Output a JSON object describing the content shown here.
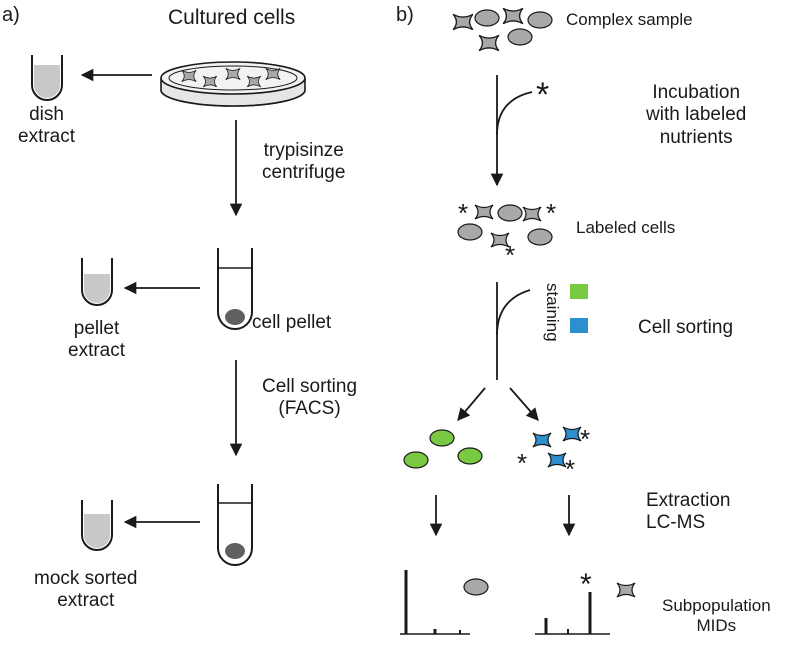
{
  "panel_a": {
    "label": "a)",
    "cultured_cells": "Cultured cells",
    "dish_extract": "dish\nextract",
    "trypsinize": "trypisinze\ncentrifuge",
    "cell_pellet": "cell pellet",
    "pellet_extract": "pellet\nextract",
    "cell_sorting_facs": "Cell sorting\n(FACS)",
    "mock_sorted_extract": "mock sorted\nextract"
  },
  "panel_b": {
    "label": "b)",
    "complex_sample": "Complex sample",
    "incubation": "Incubation\nwith labeled\nnutrients",
    "label_star": "*",
    "labeled_cells": "Labeled cells",
    "staining": "staining",
    "cell_sorting": "Cell sorting",
    "extraction": "Extraction\nLC-MS",
    "subpopulation_mids": "Subpopulation\nMIDs"
  },
  "colors": {
    "ink": "#1a1a1a",
    "cell_gray": "#a8a8a8",
    "liquid_gray": "#c8c8c8",
    "pellet_dark": "#606060",
    "stain_green": "#7ac943",
    "stain_blue": "#2b8fd0"
  }
}
